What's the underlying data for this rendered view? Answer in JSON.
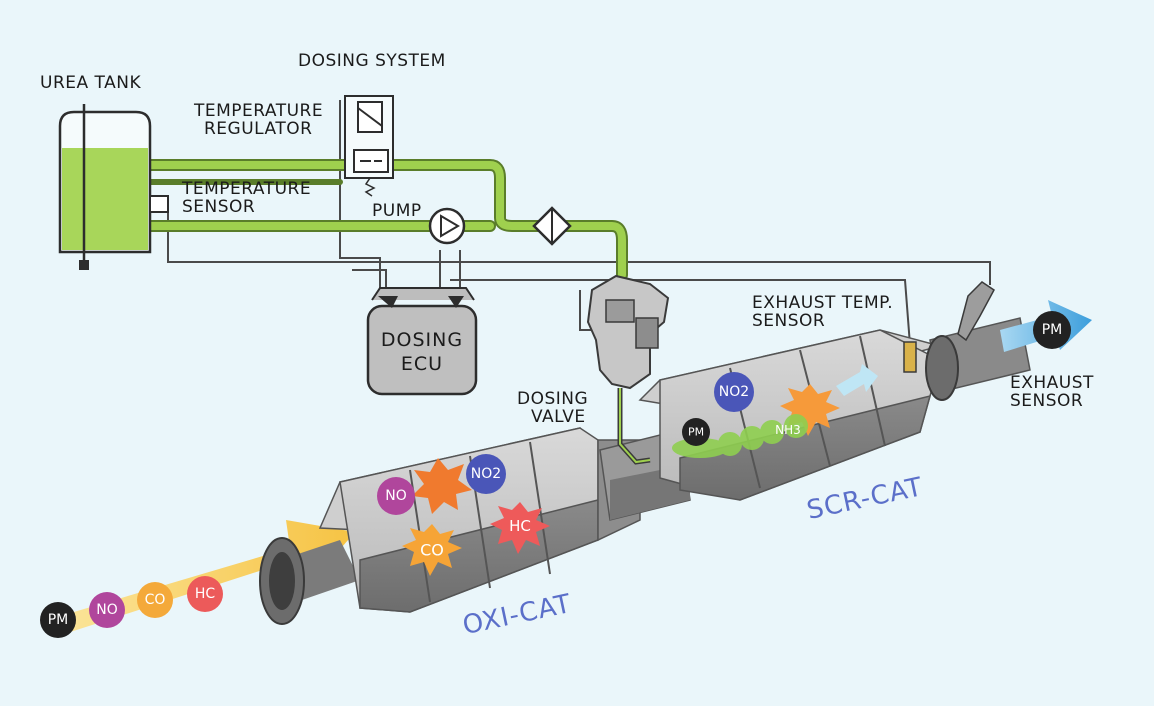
{
  "labels": {
    "urea_tank": "UREA TANK",
    "dosing_system": "DOSING SYSTEM",
    "temp_regulator_1": "TEMPERATURE",
    "temp_regulator_2": "REGULATOR",
    "temp_sensor_1": "TEMPERATURE",
    "temp_sensor_2": "SENSOR",
    "pump": "PUMP",
    "dosing_ecu_1": "DOSING",
    "dosing_ecu_2": "ECU",
    "dosing_valve_1": "DOSING",
    "dosing_valve_2": "VALVE",
    "exhaust_temp_1": "EXHAUST TEMP.",
    "exhaust_temp_2": "SENSOR",
    "exhaust_sensor_1": "EXHAUST",
    "exhaust_sensor_2": "SENSOR",
    "oxi_cat": "OXI-CAT",
    "scr_cat": "SCR-CAT"
  },
  "molecules": {
    "inlet_pm": "PM",
    "inlet_no": "NO",
    "inlet_co": "CO",
    "inlet_hc": "HC",
    "oxi_no": "NO",
    "oxi_no2": "NO2",
    "oxi_co": "CO",
    "oxi_hc": "HC",
    "scr_no2": "NO2",
    "scr_pm": "PM",
    "scr_nh3": "NH3",
    "outlet_pm": "PM"
  },
  "colors": {
    "background": "#eaf6fa",
    "urea_fluid": "#a8d65a",
    "pipe_green": "#9fd04e",
    "catalyst_gray": "#a7a7a7",
    "arrow_yellow": "#f6c343",
    "arrow_blue": "#4aa8e0",
    "label_blue": "#5b6fc9",
    "molecule_pm": "#222222",
    "molecule_no": "#b0469c",
    "molecule_co": "#f4a93a",
    "molecule_hc": "#ec5a5a",
    "molecule_no2": "#4a56b8",
    "molecule_nh3": "#7cc243"
  }
}
